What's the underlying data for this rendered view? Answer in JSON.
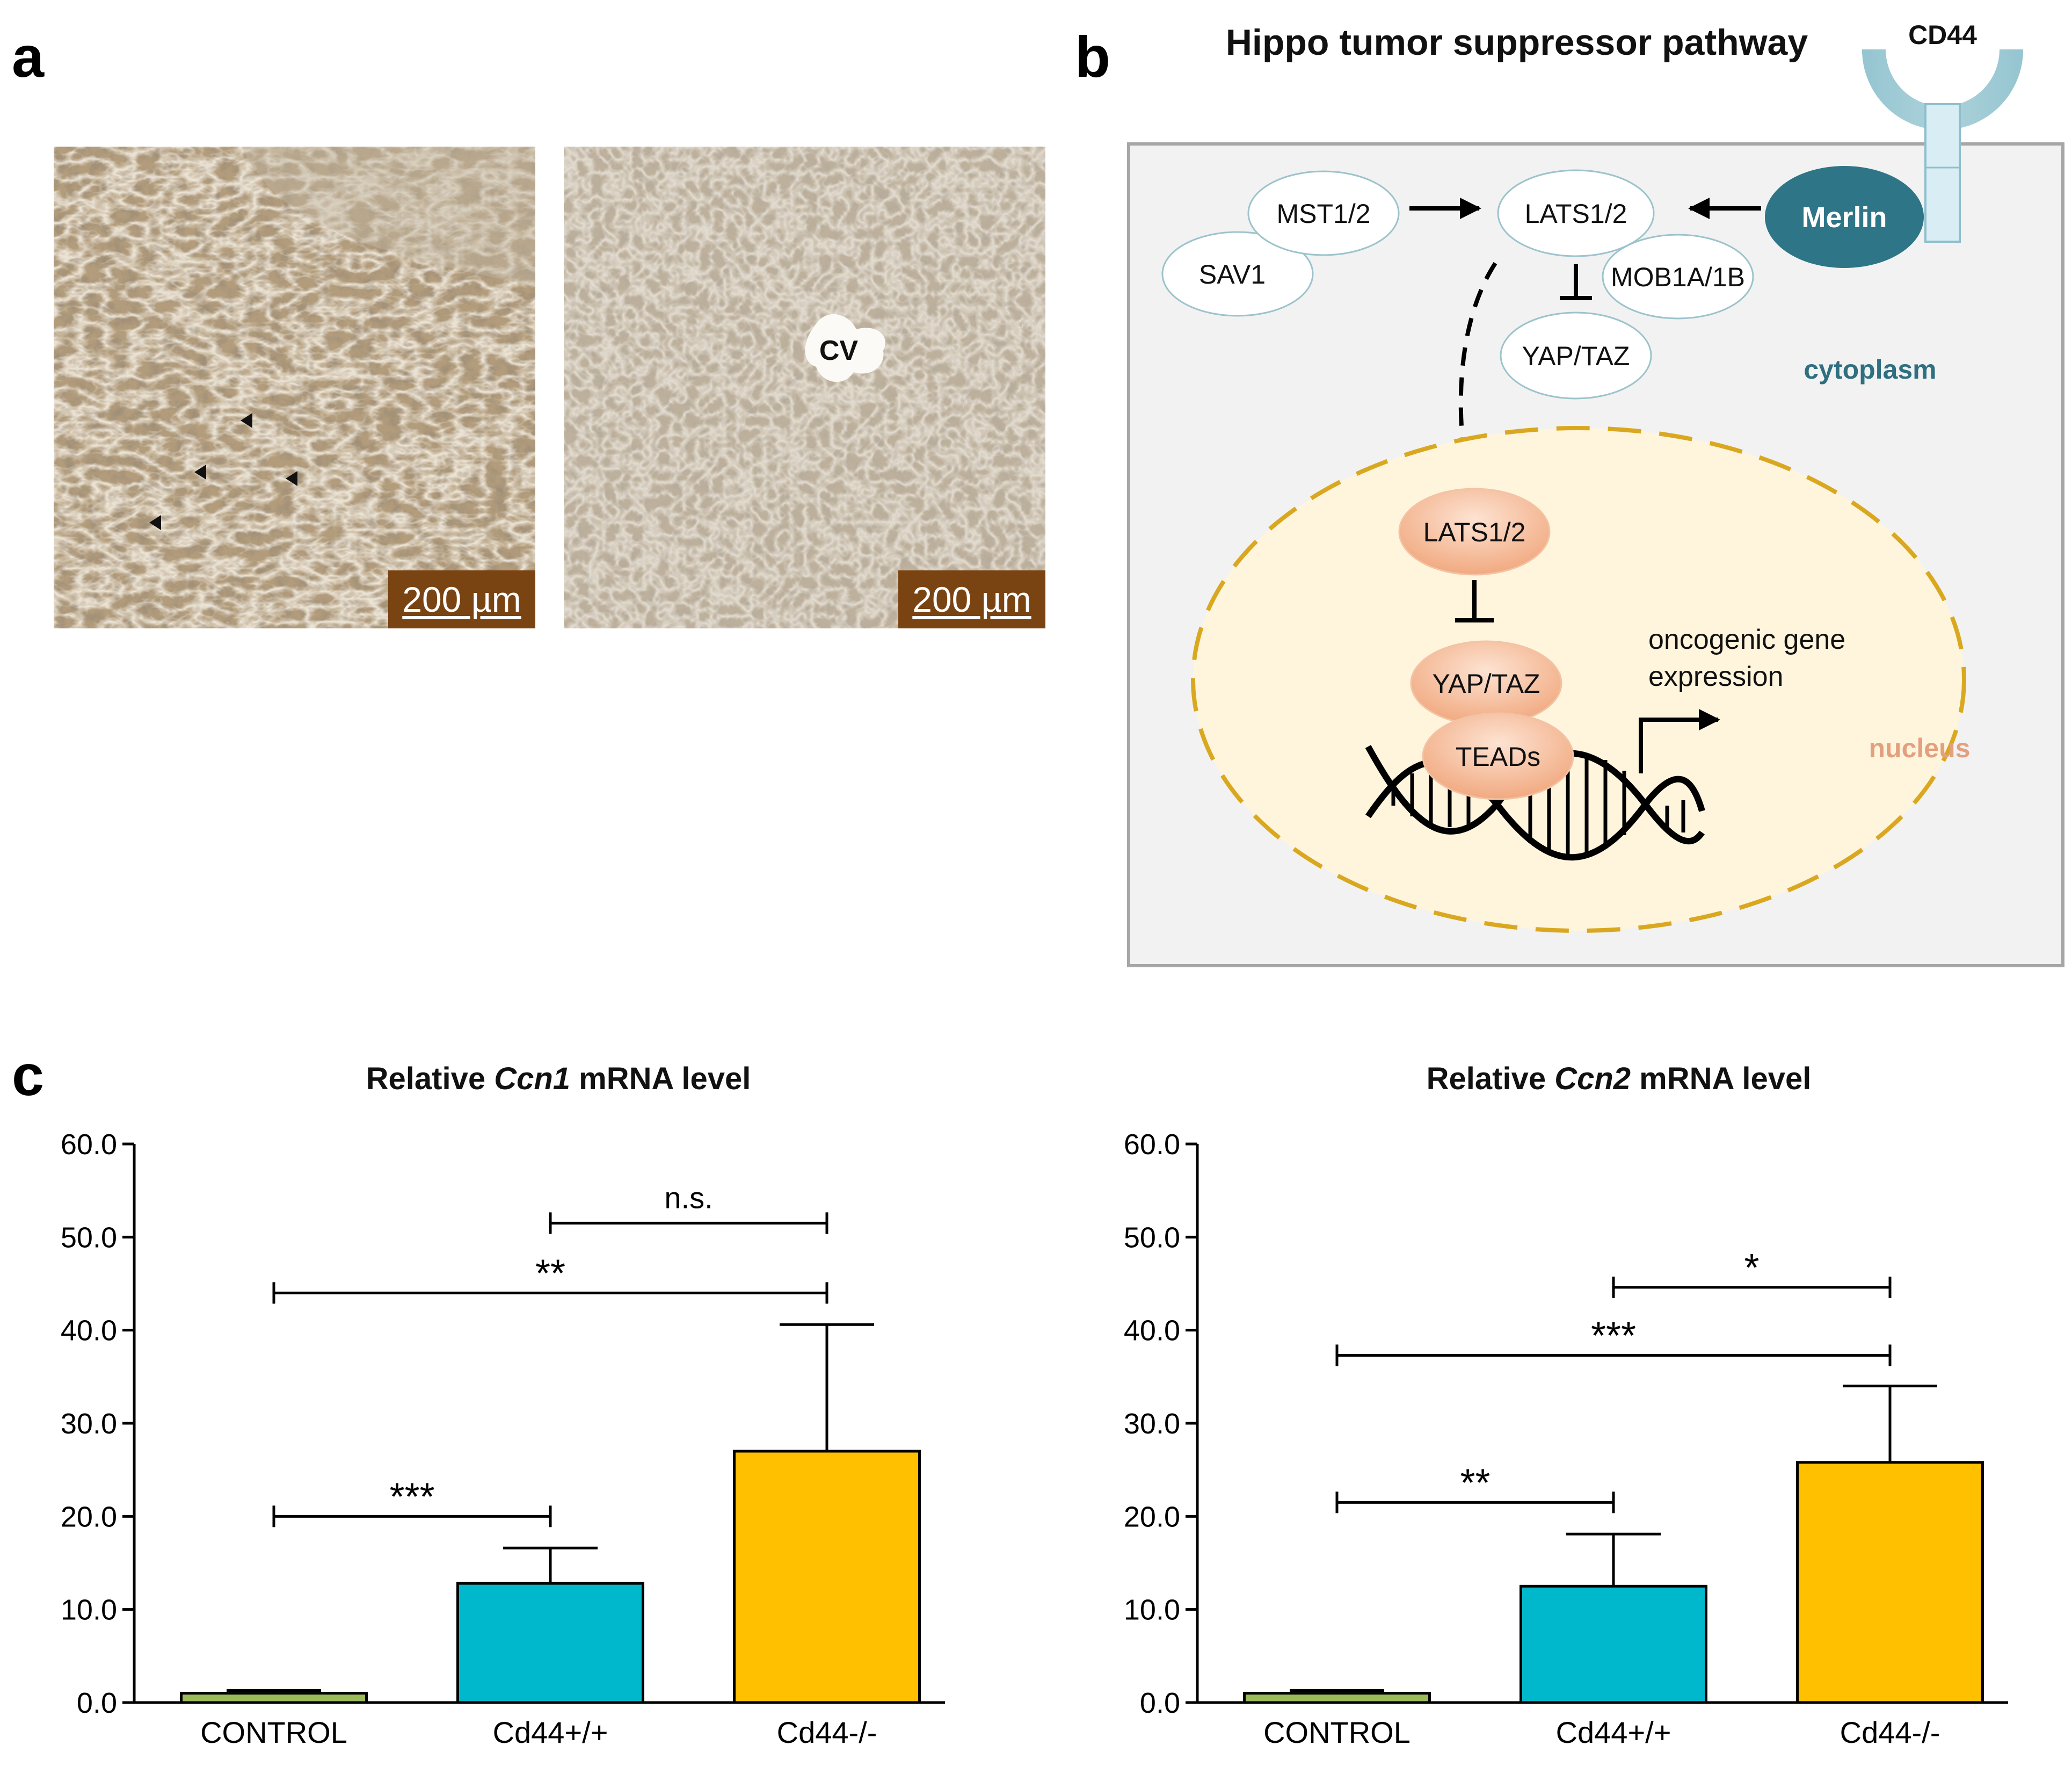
{
  "panels": {
    "a": {
      "letter": "a",
      "images": [
        {
          "label": "",
          "scalebar": "200 µm",
          "arrowheads": 4
        },
        {
          "label": "CV",
          "scalebar": "200 µm",
          "arrowheads": 0
        }
      ]
    },
    "b": {
      "letter": "b",
      "title": "Hippo tumor suppressor pathway",
      "receptor": "CD44",
      "merlin": "Merlin",
      "cytoplasm_label": "cytoplasm",
      "nucleus_label": "nucleus",
      "cytoplasm_nodes": [
        "MST1/2",
        "SAV1",
        "LATS1/2",
        "MOB1A/1B",
        "YAP/TAZ"
      ],
      "nucleus_nodes": [
        "LATS1/2",
        "YAP/TAZ",
        "TEADs"
      ],
      "gene_label_line1": "oncogenic gene",
      "gene_label_line2": "expression",
      "colors": {
        "merlin": "#2e7587",
        "cytoplasm_text": "#2e6f80",
        "nucleus_text": "#e3a07e",
        "nucleus_border": "#d9a820",
        "nucleus_fill": "#fff5dd",
        "cell_fill": "#f2f2f2",
        "receptor": "#cfe8ef"
      }
    },
    "c": {
      "letter": "c"
    }
  },
  "chart_data": [
    {
      "type": "bar",
      "title_pre": "Relative ",
      "title_gene": "Ccn1",
      "title_post": " mRNA level",
      "categories": [
        "CONTROL",
        "Cd44+/+",
        "Cd44-/-"
      ],
      "values": [
        1.0,
        12.8,
        27.0
      ],
      "errors": [
        0.3,
        3.8,
        13.6
      ],
      "colors": [
        "#9bbb59",
        "#00b8cc",
        "#ffc000"
      ],
      "ylim": [
        0,
        60
      ],
      "yticks": [
        "0.0",
        "10.0",
        "20.0",
        "30.0",
        "40.0",
        "50.0",
        "60.0"
      ],
      "significance": [
        {
          "from": 0,
          "to": 1,
          "y": 20.0,
          "label": "***"
        },
        {
          "from": 0,
          "to": 2,
          "y": 44.0,
          "label": "**"
        },
        {
          "from": 1,
          "to": 2,
          "y": 51.5,
          "label": "n.s."
        }
      ]
    },
    {
      "type": "bar",
      "title_pre": "Relative ",
      "title_gene": "Ccn2",
      "title_post": " mRNA level",
      "categories": [
        "CONTROL",
        "Cd44+/+",
        "Cd44-/-"
      ],
      "values": [
        1.0,
        12.5,
        25.8
      ],
      "errors": [
        0.3,
        5.6,
        8.2
      ],
      "colors": [
        "#9bbb59",
        "#00b8cc",
        "#ffc000"
      ],
      "ylim": [
        0,
        60
      ],
      "yticks": [
        "0.0",
        "10.0",
        "20.0",
        "30.0",
        "40.0",
        "50.0",
        "60.0"
      ],
      "significance": [
        {
          "from": 0,
          "to": 1,
          "y": 21.5,
          "label": "**"
        },
        {
          "from": 0,
          "to": 2,
          "y": 37.3,
          "label": "***"
        },
        {
          "from": 1,
          "to": 2,
          "y": 44.6,
          "label": "*"
        }
      ]
    }
  ]
}
